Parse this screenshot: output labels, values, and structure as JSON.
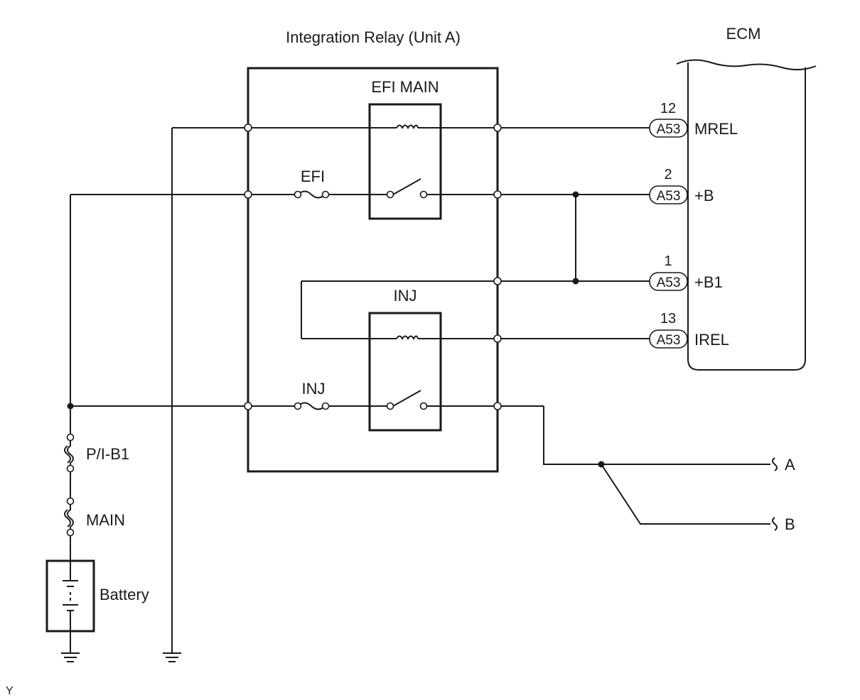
{
  "labels": {
    "relay_title": "Integration Relay (Unit A)",
    "ecm": "ECM",
    "efi_main": "EFI MAIN",
    "efi_fuse": "EFI",
    "inj_relay": "INJ",
    "inj_fuse": "INJ",
    "pib1": "P/I-B1",
    "main": "MAIN",
    "battery": "Battery",
    "out_a": "A",
    "out_b": "B",
    "corner": "Y"
  },
  "ecm_pins": [
    {
      "pin": "12",
      "connector": "A53",
      "signal": "MREL"
    },
    {
      "pin": "2",
      "connector": "A53",
      "signal": "+B"
    },
    {
      "pin": "1",
      "connector": "A53",
      "signal": "+B1"
    },
    {
      "pin": "13",
      "connector": "A53",
      "signal": "IREL"
    }
  ]
}
